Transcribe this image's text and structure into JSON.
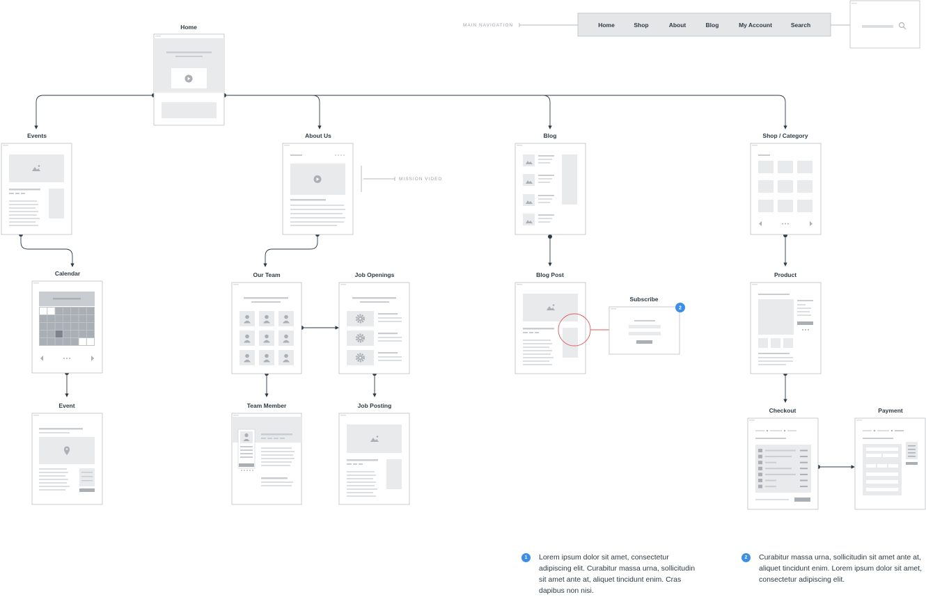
{
  "nav": {
    "caption": "MAIN NAVIGATION",
    "items": [
      "Home",
      "Shop",
      "About",
      "Blog",
      "My Account",
      "Search"
    ]
  },
  "pages": {
    "home": "Home",
    "events": "Events",
    "about": "About Us",
    "blog": "Blog",
    "shop": "Shop / Category",
    "calendar": "Calendar",
    "event": "Event",
    "our_team": "Our Team",
    "job_openings": "Job Openings",
    "team_member": "Team Member",
    "job_posting": "Job Posting",
    "blog_post": "Blog Post",
    "subscribe": "Subscribe",
    "product": "Product",
    "checkout": "Checkout",
    "payment": "Payment"
  },
  "annotations": {
    "mission_video": "MISSION VIDEO",
    "subscribe_badge": "2"
  },
  "notes": [
    {
      "number": "1",
      "text": "Lorem ipsum dolor sit amet, consectetur adipiscing elit. Curabitur massa urna, sollicitudin sit amet ante at, aliquet tincidunt enim. Cras dapibus non nisi."
    },
    {
      "number": "2",
      "text": "Curabitur massa urna, sollicitudin sit amet ante at, aliquet tincidunt enim. Lorem ipsum dolor sit amet, consectetur adipiscing elit."
    }
  ],
  "colors": {
    "accent": "#3d8ee8",
    "highlight": "#e05a5a",
    "ink": "#2e3a45"
  }
}
